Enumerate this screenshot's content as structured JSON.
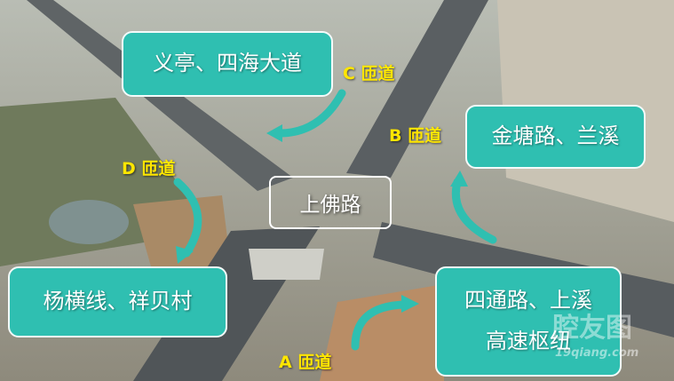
{
  "labels": {
    "north": "义亭、四海大道",
    "east": "金塘路、兰溪",
    "west": "杨横线、祥贝村",
    "south_line1": "四通路、上溪",
    "south_line2": "高速枢纽",
    "center": "上佛路"
  },
  "ramps": {
    "a": "A 匝道",
    "b": "B 匝道",
    "c": "C 匝道",
    "d": "D 匝道"
  },
  "watermark": {
    "text": "腔友图",
    "domain": "19qiang.com"
  },
  "colors": {
    "box": "#2fbfb1",
    "ramp_label": "#ffe600",
    "arrow": "#2fbfb1"
  }
}
